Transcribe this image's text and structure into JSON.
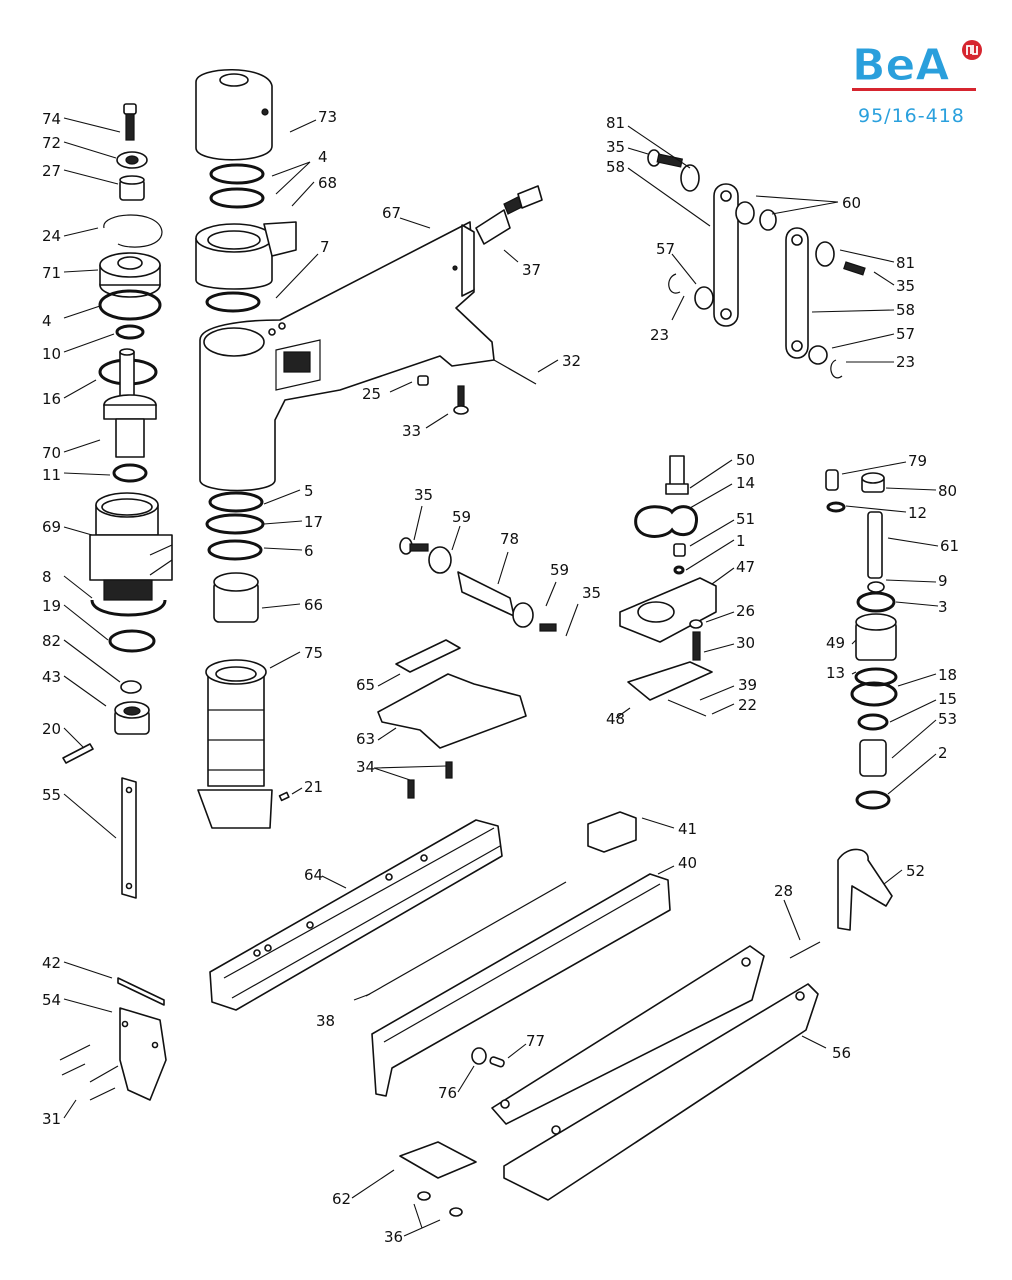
{
  "header": {
    "brand": {
      "name": "BeA",
      "primary_color": "#2a9fdc",
      "accent_color": "#d6252f",
      "icon": "staple-badge-icon"
    },
    "document_code": "95/16-418"
  },
  "diagram": {
    "title": "Exploded parts view - pneumatic stapler",
    "callouts": [
      {
        "id": "c74",
        "label": "74"
      },
      {
        "id": "c72",
        "label": "72"
      },
      {
        "id": "c27",
        "label": "27"
      },
      {
        "id": "c24",
        "label": "24"
      },
      {
        "id": "c71",
        "label": "71"
      },
      {
        "id": "c4a",
        "label": "4"
      },
      {
        "id": "c10",
        "label": "10"
      },
      {
        "id": "c16",
        "label": "16"
      },
      {
        "id": "c70",
        "label": "70"
      },
      {
        "id": "c11",
        "label": "11"
      },
      {
        "id": "c69",
        "label": "69"
      },
      {
        "id": "c8",
        "label": "8"
      },
      {
        "id": "c19",
        "label": "19"
      },
      {
        "id": "c82",
        "label": "82"
      },
      {
        "id": "c43",
        "label": "43"
      },
      {
        "id": "c20",
        "label": "20"
      },
      {
        "id": "c55",
        "label": "55"
      },
      {
        "id": "c42",
        "label": "42"
      },
      {
        "id": "c54",
        "label": "54"
      },
      {
        "id": "c31",
        "label": "31"
      },
      {
        "id": "c73",
        "label": "73"
      },
      {
        "id": "c4b",
        "label": "4"
      },
      {
        "id": "c68",
        "label": "68"
      },
      {
        "id": "c67",
        "label": "67"
      },
      {
        "id": "c7",
        "label": "7"
      },
      {
        "id": "c37",
        "label": "37"
      },
      {
        "id": "c32",
        "label": "32"
      },
      {
        "id": "c25",
        "label": "25"
      },
      {
        "id": "c33",
        "label": "33"
      },
      {
        "id": "c5",
        "label": "5"
      },
      {
        "id": "c17",
        "label": "17"
      },
      {
        "id": "c6",
        "label": "6"
      },
      {
        "id": "c66",
        "label": "66"
      },
      {
        "id": "c75",
        "label": "75"
      },
      {
        "id": "c21",
        "label": "21"
      },
      {
        "id": "c81a",
        "label": "81"
      },
      {
        "id": "c35a",
        "label": "35"
      },
      {
        "id": "c58a",
        "label": "58"
      },
      {
        "id": "c60",
        "label": "60"
      },
      {
        "id": "c57a",
        "label": "57"
      },
      {
        "id": "c23a",
        "label": "23"
      },
      {
        "id": "c81b",
        "label": "81"
      },
      {
        "id": "c35b",
        "label": "35"
      },
      {
        "id": "c58b",
        "label": "58"
      },
      {
        "id": "c57b",
        "label": "57"
      },
      {
        "id": "c23b",
        "label": "23"
      },
      {
        "id": "c35c",
        "label": "35"
      },
      {
        "id": "c59a",
        "label": "59"
      },
      {
        "id": "c78",
        "label": "78"
      },
      {
        "id": "c59b",
        "label": "59"
      },
      {
        "id": "c35d",
        "label": "35"
      },
      {
        "id": "c65",
        "label": "65"
      },
      {
        "id": "c63",
        "label": "63"
      },
      {
        "id": "c34",
        "label": "34"
      },
      {
        "id": "c50",
        "label": "50"
      },
      {
        "id": "c14",
        "label": "14"
      },
      {
        "id": "c51",
        "label": "51"
      },
      {
        "id": "c1",
        "label": "1"
      },
      {
        "id": "c47",
        "label": "47"
      },
      {
        "id": "c26",
        "label": "26"
      },
      {
        "id": "c30",
        "label": "30"
      },
      {
        "id": "c39",
        "label": "39"
      },
      {
        "id": "c22",
        "label": "22"
      },
      {
        "id": "c48",
        "label": "48"
      },
      {
        "id": "c79",
        "label": "79"
      },
      {
        "id": "c80",
        "label": "80"
      },
      {
        "id": "c12",
        "label": "12"
      },
      {
        "id": "c61",
        "label": "61"
      },
      {
        "id": "c9",
        "label": "9"
      },
      {
        "id": "c3",
        "label": "3"
      },
      {
        "id": "c49",
        "label": "49"
      },
      {
        "id": "c13",
        "label": "13"
      },
      {
        "id": "c18",
        "label": "18"
      },
      {
        "id": "c15",
        "label": "15"
      },
      {
        "id": "c53",
        "label": "53"
      },
      {
        "id": "c2",
        "label": "2"
      },
      {
        "id": "c41",
        "label": "41"
      },
      {
        "id": "c40",
        "label": "40"
      },
      {
        "id": "c64",
        "label": "64"
      },
      {
        "id": "c38",
        "label": "38"
      },
      {
        "id": "c77",
        "label": "77"
      },
      {
        "id": "c76",
        "label": "76"
      },
      {
        "id": "c28",
        "label": "28"
      },
      {
        "id": "c52",
        "label": "52"
      },
      {
        "id": "c56",
        "label": "56"
      },
      {
        "id": "c62",
        "label": "62"
      },
      {
        "id": "c36",
        "label": "36"
      }
    ]
  }
}
